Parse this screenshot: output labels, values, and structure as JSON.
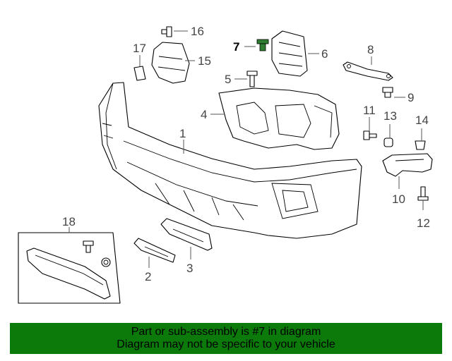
{
  "callouts": {
    "c1": "1",
    "c2": "2",
    "c3": "3",
    "c4": "4",
    "c5": "5",
    "c6": "6",
    "c7": "7",
    "c8": "8",
    "c9": "9",
    "c10": "10",
    "c11": "11",
    "c12": "12",
    "c13": "13",
    "c14": "14",
    "c15": "15",
    "c16": "16",
    "c17": "17",
    "c18": "18"
  },
  "highlight_callout": "7",
  "highlight_color": "#2e7d32",
  "footer": {
    "line1": "Part or sub-assembly is #7 in diagram",
    "line2": "Diagram may not be specific to your vehicle",
    "background": "#0b7a0b"
  }
}
